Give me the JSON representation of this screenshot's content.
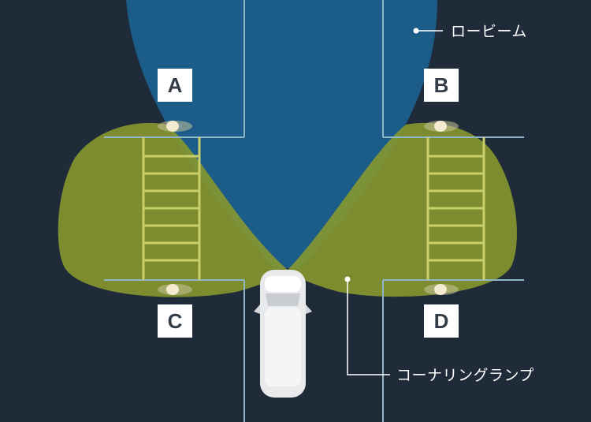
{
  "labels": {
    "low_beam": "ロービーム",
    "cornering_lamp": "コーナリングランプ"
  },
  "markers": {
    "a": "A",
    "b": "B",
    "c": "C",
    "d": "D"
  },
  "colors": {
    "background": "#1f2b38",
    "low_beam": "#1b5f8c",
    "cornering_lamp": "#8a9a2e",
    "crosswalk": "#c9d06a",
    "road_lines": "#8fb7c8",
    "vehicle": "#e9eaec"
  }
}
